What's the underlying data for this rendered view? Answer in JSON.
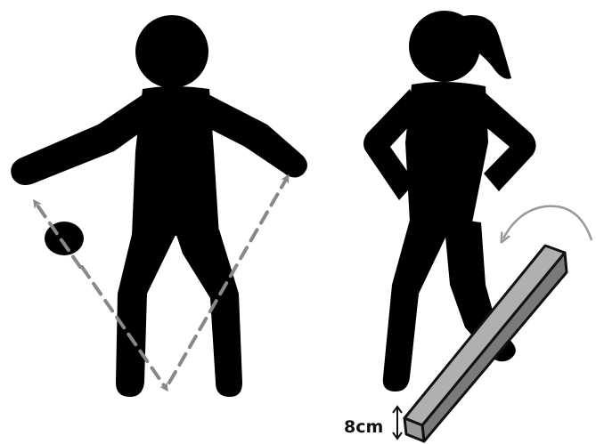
{
  "diagram": {
    "left_figure": {
      "description_icon": "stick-figure-ball-icon",
      "movement": "ball-pass-v-path"
    },
    "right_figure": {
      "description_icon": "stick-figure-ponytail-icon",
      "movement": "step-over-beam"
    },
    "beam": {
      "height_label": "8cm"
    },
    "colors": {
      "figure": "#000000",
      "arrow_dashed": "#888888",
      "rotation_arrow": "#999999",
      "beam_top": "#b0b0b0",
      "beam_side": "#7a7a7a",
      "beam_stroke": "#111111"
    }
  }
}
